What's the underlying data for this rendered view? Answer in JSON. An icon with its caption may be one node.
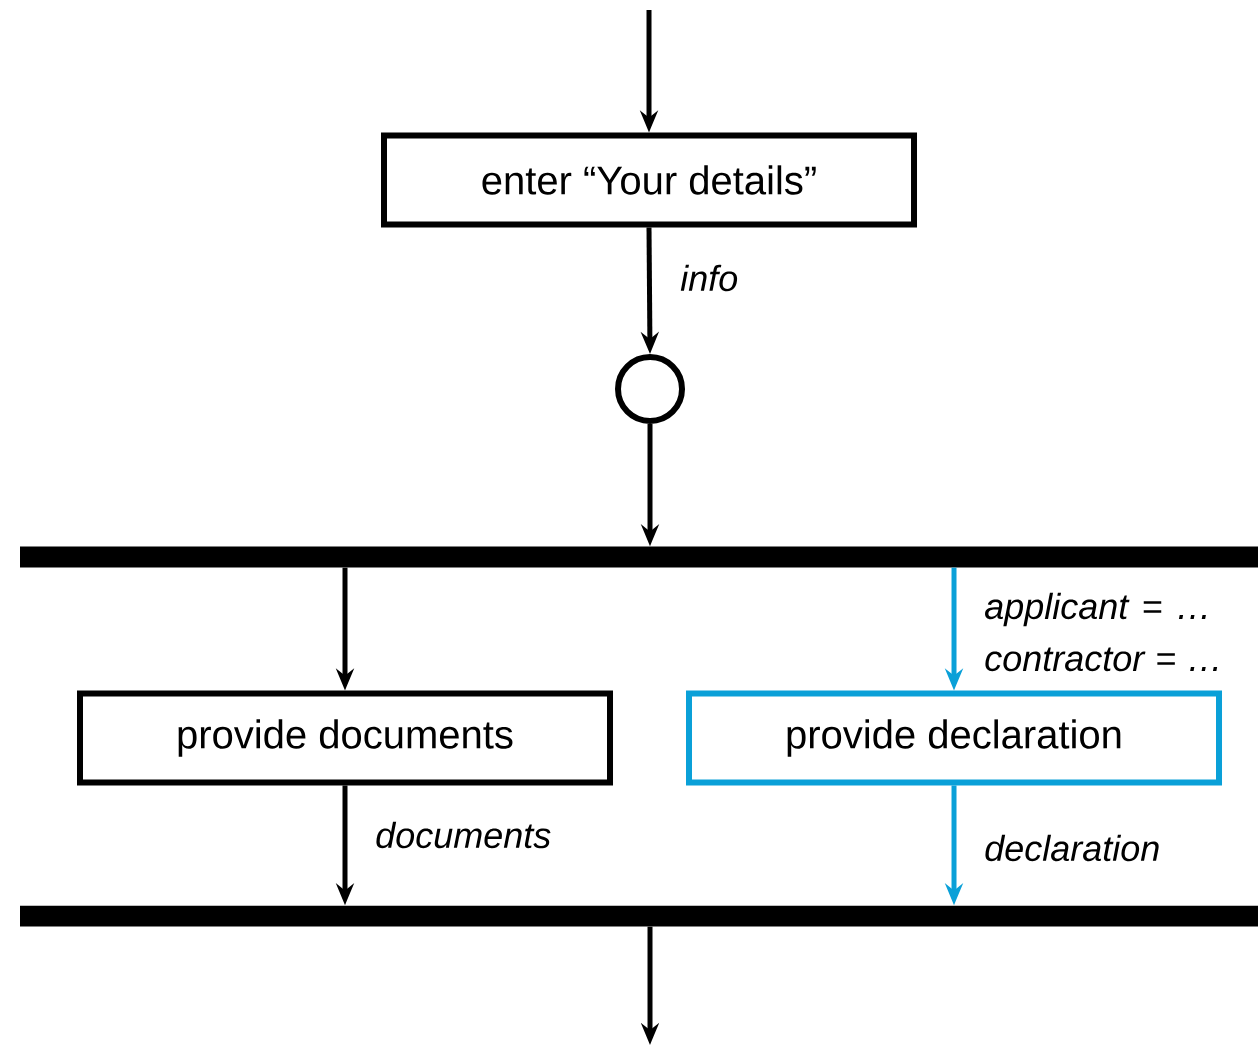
{
  "diagram": {
    "nodes": [
      {
        "text": [
          "enter “Your details”"
        ]
      },
      {
        "text": [],
        "shape": "circle"
      },
      {
        "text": [],
        "shape": "bar"
      },
      {
        "text": [
          "provide documents"
        ]
      },
      {
        "text": [
          "provide declaration"
        ]
      },
      {
        "text": [],
        "shape": "bar"
      }
    ],
    "edges": [
      {
        "from": null,
        "to": 0,
        "arrow": "to"
      },
      {
        "from": 0,
        "to": 1,
        "arrow": "to",
        "label": "info"
      },
      {
        "from": 1,
        "to": 2,
        "arrow": "to"
      },
      {
        "from": 2,
        "to": 3,
        "arrow": "to"
      },
      {
        "from": 2,
        "to": 4,
        "arrow": "to",
        "color": "#0aa0d8",
        "label": "applicant = … contractor = …"
      },
      {
        "from": 3,
        "to": 5,
        "arrow": "to",
        "label": "documents"
      },
      {
        "from": 4,
        "to": 5,
        "arrow": "to",
        "color": "#0aa0d8",
        "label": "declaration"
      },
      {
        "from": 5,
        "to": null,
        "arrow": "to"
      }
    ]
  }
}
